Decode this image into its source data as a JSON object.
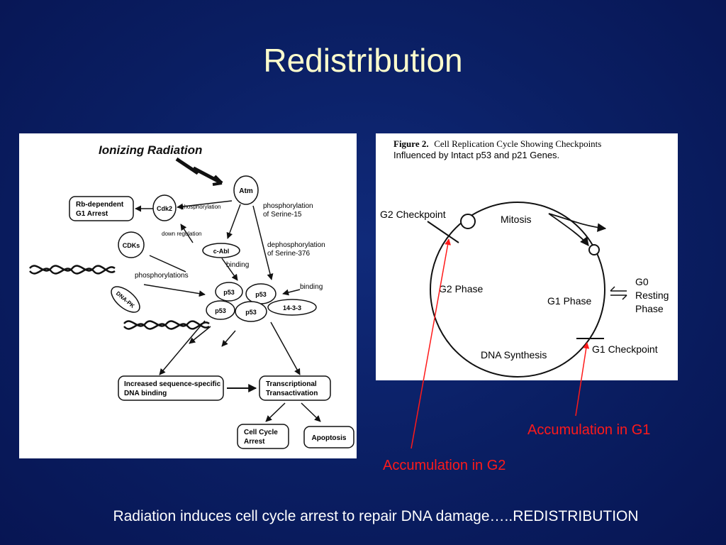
{
  "slide": {
    "title": "Redistribution",
    "footer": "Radiation induces cell cycle arrest to repair DNA damage…..REDISTRIBUTION"
  },
  "pathway": {
    "heading": "Ionizing Radiation",
    "atm": "Atm",
    "cdk2": "Cdk2",
    "rb_line1": "Rb-dependent",
    "rb_line2": "G1 Arrest",
    "phosphorylation": "phosphorylation",
    "phos_serine_1": "phosphorylation",
    "phos_serine_2": "of Serine-15",
    "down_regulation": "down regulation",
    "cdks": "CDKs",
    "cabl": "c-Abl",
    "dephos_1": "dephosphorylation",
    "dephos_2": "of Serine-376",
    "binding_1": "binding",
    "binding_2": "binding",
    "phosphorylations": "phosphorylations",
    "dnapk": "DNA-PK",
    "p53": "p53",
    "prot1433": "14-3-3",
    "increased_1": "Increased sequence-specific",
    "increased_2": "DNA binding",
    "trans_1": "Transcriptional",
    "trans_2": "Transactivation",
    "arrest_1": "Cell Cycle",
    "arrest_2": "Arrest",
    "apoptosis": "Apoptosis"
  },
  "cycle": {
    "fig_label": "Figure 2.",
    "fig_title_1": "Cell Replication Cycle Showing Checkpoints",
    "fig_title_2": "Influenced by Intact p53 and p21 Genes.",
    "g2_checkpoint": "G2 Checkpoint",
    "mitosis": "Mitosis",
    "g2_phase": "G2 Phase",
    "g1_phase": "G1 Phase",
    "g0_1": "G0",
    "g0_2": "Resting",
    "g0_3": "Phase",
    "g1_checkpoint": "G1 Checkpoint",
    "dna_synthesis": "DNA Synthesis"
  },
  "captions": {
    "g1": "Accumulation in G1",
    "g2": "Accumulation in G2"
  },
  "colors": {
    "background": "#0a1e62",
    "title": "#ffffcc",
    "caption": "#ff1a1a",
    "footer": "#ffffff"
  }
}
